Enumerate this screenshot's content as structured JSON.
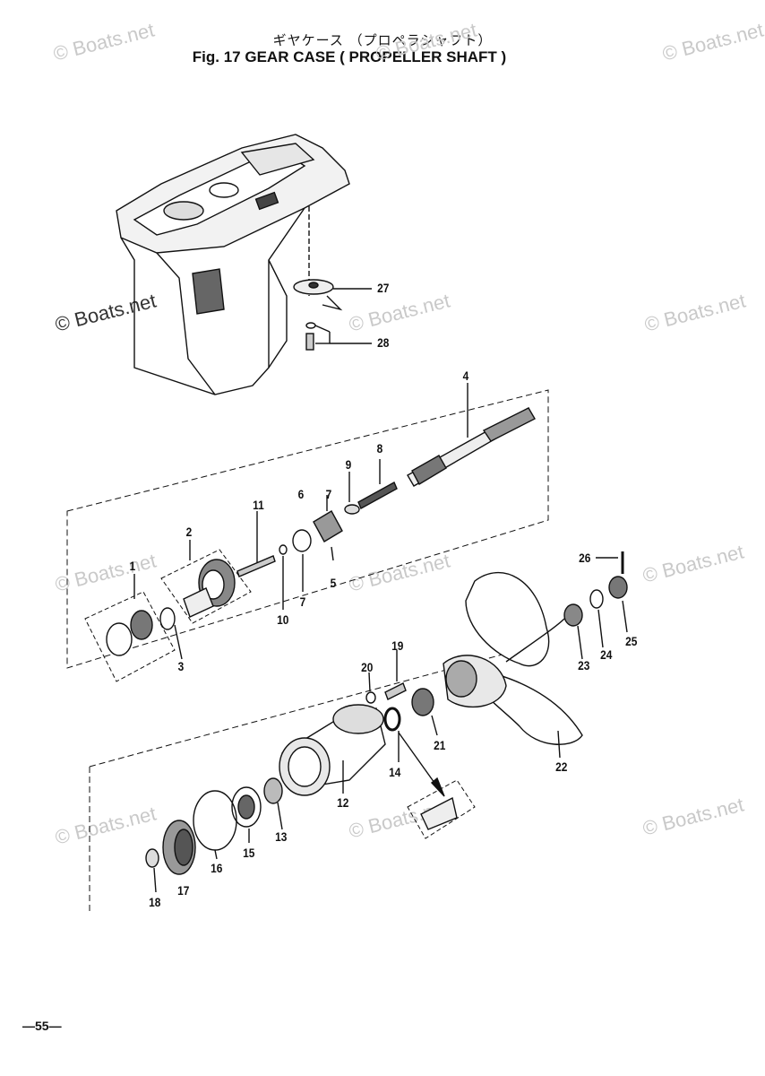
{
  "header": {
    "title_jp": "ギヤケース （プロペラシャフト）",
    "title_en": "Fig. 17    GEAR CASE ( PROPELLER SHAFT )"
  },
  "watermark": "© Boats.net",
  "footer": {
    "page_number": "—55—"
  },
  "callouts": [
    "1",
    "2",
    "3",
    "4",
    "5",
    "6",
    "7",
    "7",
    "8",
    "9",
    "10",
    "11",
    "12",
    "13",
    "14",
    "15",
    "16",
    "17",
    "18",
    "19",
    "20",
    "21",
    "22",
    "23",
    "24",
    "25",
    "26",
    "27",
    "28"
  ]
}
